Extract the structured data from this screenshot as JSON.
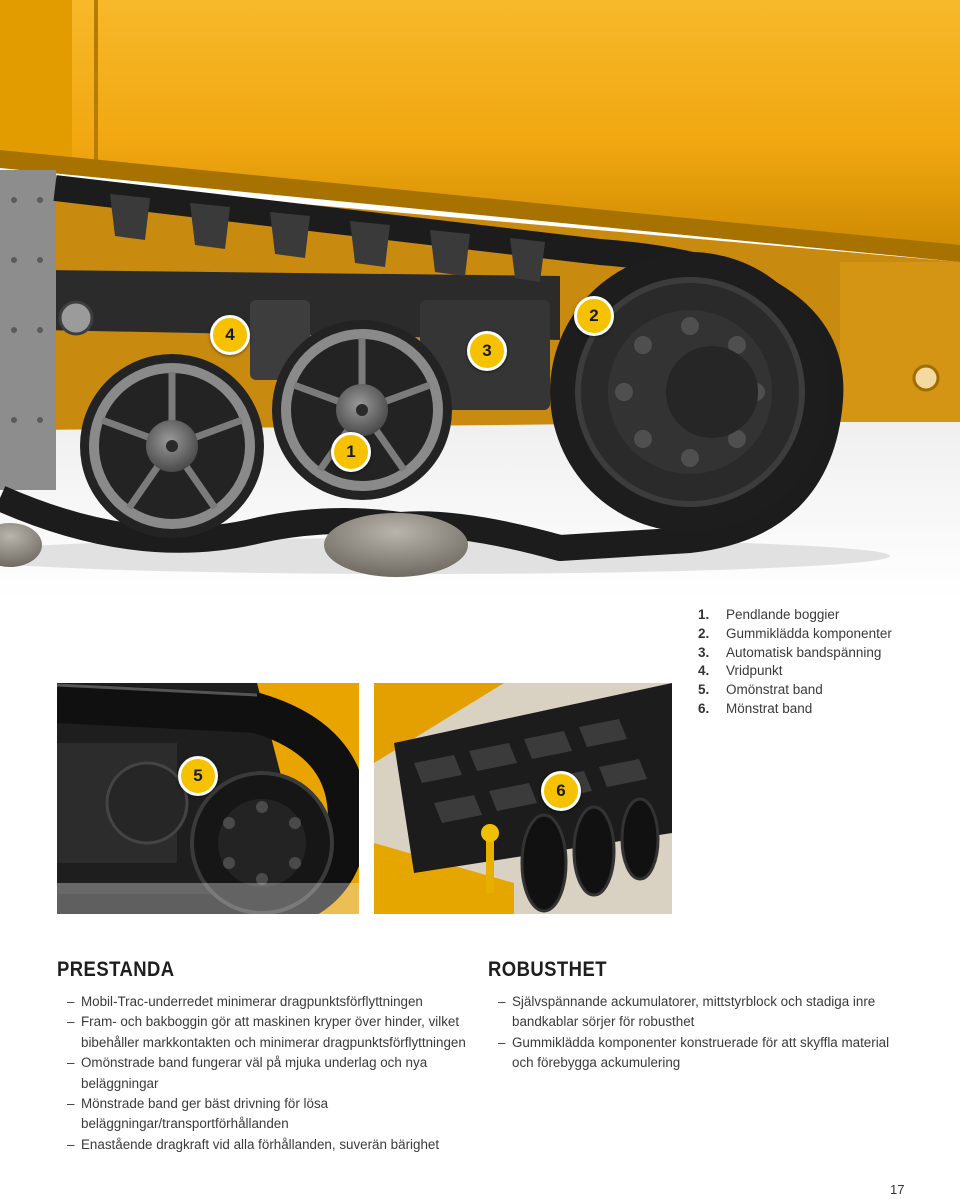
{
  "hero": {
    "callouts": [
      "1",
      "2",
      "3",
      "4"
    ]
  },
  "legend": [
    {
      "num": "1.",
      "label": "Pendlande boggier"
    },
    {
      "num": "2.",
      "label": "Gummiklädda komponenter"
    },
    {
      "num": "3.",
      "label": "Automatisk bandspänning"
    },
    {
      "num": "4.",
      "label": "Vridpunkt"
    },
    {
      "num": "5.",
      "label": "Omönstrat band"
    },
    {
      "num": "6.",
      "label": "Mönstrat band"
    }
  ],
  "photos": {
    "left_callout": "5",
    "right_callout": "6"
  },
  "prestanda": {
    "title": "PRESTANDA",
    "bullets": [
      "Mobil-Trac-underredet minimerar dragpunktsförflyttningen",
      "Fram- och bakboggin gör att maskinen kryper över hinder, vilket bibehåller markkontakten och minimerar dragpunktsförflyttningen",
      "Omönstrade band fungerar väl på mjuka underlag och nya beläggningar",
      "Mönstrade band ger bäst drivning för lösa beläggningar/transportförhållanden",
      "Enastående dragkraft vid alla förhållanden, suverän bärighet"
    ]
  },
  "robusthet": {
    "title": "ROBUSTHET",
    "bullets": [
      "Självspännande ackumulatorer, mittstyrblock och stadiga inre bandkablar sörjer för robusthet",
      "Gummiklädda komponenter konstruerade för att skyffla material och förebygga ackumulering"
    ]
  },
  "dash": "–",
  "page_number": "17",
  "colors": {
    "machine_yellow": "#f0a800",
    "callout_yellow": "#f6c200",
    "track_black": "#1c1c1c"
  }
}
